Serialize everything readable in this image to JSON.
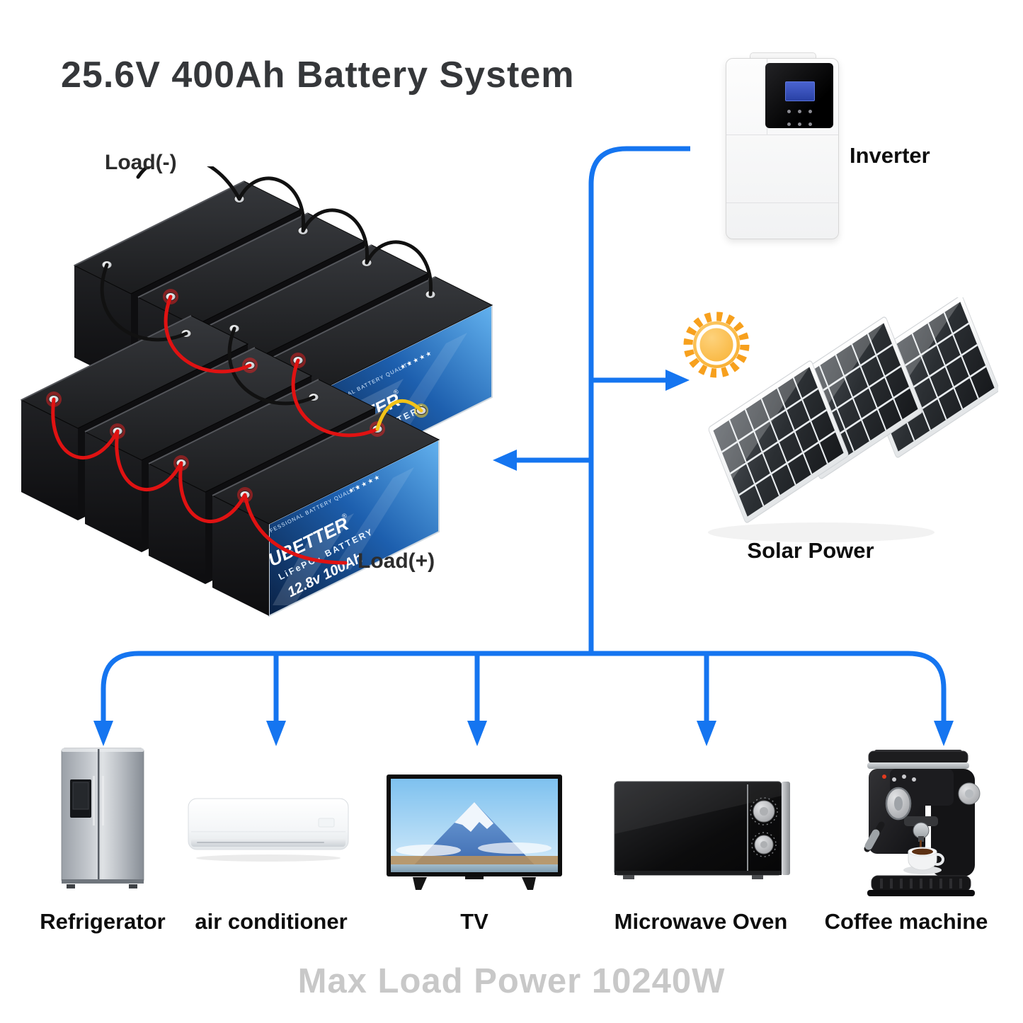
{
  "title": {
    "text": "25.6V 400Ah Battery System"
  },
  "battery_pack": {
    "load_negative": "Load(-)",
    "load_positive": "Load(+)",
    "label": {
      "brand": "UBETTER",
      "registered": "®",
      "type": "LiFePO₄ BATTERY",
      "spec": "12.8v 100Ah",
      "quality": "PROFESSIONAL BATTERY QUALITY",
      "stars": "★★★★★"
    }
  },
  "inverter": {
    "label": "Inverter"
  },
  "solar": {
    "label": "Solar Power"
  },
  "appliances": [
    {
      "label": "Refrigerator"
    },
    {
      "label": "air conditioner"
    },
    {
      "label": "TV"
    },
    {
      "label": "Microwave Oven"
    },
    {
      "label": "Coffee machine"
    }
  ],
  "footer": {
    "max_load_power": "Max Load Power 10240W"
  },
  "colors": {
    "accent_blue": "#1575f0",
    "wire_red": "#e01212",
    "wire_black": "#111111",
    "wire_yellow": "#f2c318",
    "sun_orange": "#f7a01d",
    "title_gray": "#35373a",
    "footer_gray": "#c8c8c8"
  }
}
